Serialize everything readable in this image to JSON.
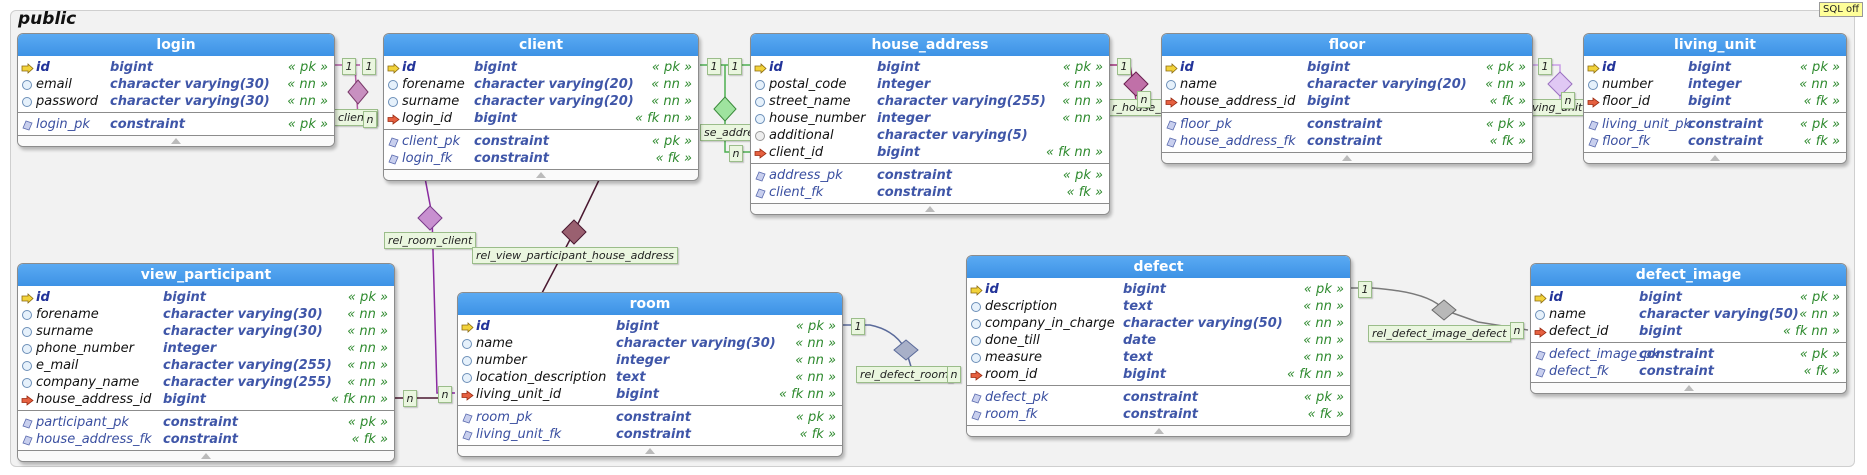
{
  "schema": {
    "title": "public",
    "badge": "SQL off"
  },
  "tables": {
    "login": {
      "title": "login",
      "columns": [
        {
          "name": "id",
          "type": "bigint",
          "flags": "« pk »"
        },
        {
          "name": "email",
          "type": "character varying(30)",
          "flags": "« nn »"
        },
        {
          "name": "password",
          "type": "character varying(30)",
          "flags": "« nn »"
        }
      ],
      "constraints": [
        {
          "name": "login_pk",
          "type": "constraint",
          "flags": "« pk »"
        }
      ]
    },
    "client": {
      "title": "client",
      "columns": [
        {
          "name": "id",
          "type": "bigint",
          "flags": "« pk »"
        },
        {
          "name": "forename",
          "type": "character varying(20)",
          "flags": "« nn »"
        },
        {
          "name": "surname",
          "type": "character varying(20)",
          "flags": "« nn »"
        },
        {
          "name": "login_id",
          "type": "bigint",
          "flags": "« fk nn »"
        }
      ],
      "constraints": [
        {
          "name": "client_pk",
          "type": "constraint",
          "flags": "« pk »"
        },
        {
          "name": "login_fk",
          "type": "constraint",
          "flags": "« fk »"
        }
      ]
    },
    "house_address": {
      "title": "house_address",
      "columns": [
        {
          "name": "id",
          "type": "bigint",
          "flags": "« pk »"
        },
        {
          "name": "postal_code",
          "type": "integer",
          "flags": "« nn »"
        },
        {
          "name": "street_name",
          "type": "character varying(255)",
          "flags": "« nn »"
        },
        {
          "name": "house_number",
          "type": "integer",
          "flags": "« nn »"
        },
        {
          "name": "additional",
          "type": "character varying(5)",
          "flags": ""
        },
        {
          "name": "client_id",
          "type": "bigint",
          "flags": "« fk nn »"
        }
      ],
      "constraints": [
        {
          "name": "address_pk",
          "type": "constraint",
          "flags": "« pk »"
        },
        {
          "name": "client_fk",
          "type": "constraint",
          "flags": "« fk »"
        }
      ]
    },
    "floor": {
      "title": "floor",
      "columns": [
        {
          "name": "id",
          "type": "bigint",
          "flags": "« pk »"
        },
        {
          "name": "name",
          "type": "character varying(20)",
          "flags": "« nn »"
        },
        {
          "name": "house_address_id",
          "type": "bigint",
          "flags": "« fk »"
        }
      ],
      "constraints": [
        {
          "name": "floor_pk",
          "type": "constraint",
          "flags": "« pk »"
        },
        {
          "name": "house_address_fk",
          "type": "constraint",
          "flags": "« fk »"
        }
      ]
    },
    "living_unit": {
      "title": "living_unit",
      "columns": [
        {
          "name": "id",
          "type": "bigint",
          "flags": "« pk »"
        },
        {
          "name": "number",
          "type": "integer",
          "flags": "« nn »"
        },
        {
          "name": "floor_id",
          "type": "bigint",
          "flags": "« fk »"
        }
      ],
      "constraints": [
        {
          "name": "living_unit_pk",
          "type": "constraint",
          "flags": "« pk »"
        },
        {
          "name": "floor_fk",
          "type": "constraint",
          "flags": "« fk »"
        }
      ]
    },
    "view_participant": {
      "title": "view_participant",
      "columns": [
        {
          "name": "id",
          "type": "bigint",
          "flags": "« pk »"
        },
        {
          "name": "forename",
          "type": "character varying(30)",
          "flags": "« nn »"
        },
        {
          "name": "surname",
          "type": "character varying(30)",
          "flags": "« nn »"
        },
        {
          "name": "phone_number",
          "type": "integer",
          "flags": "« nn »"
        },
        {
          "name": "e_mail",
          "type": "character varying(255)",
          "flags": "« nn »"
        },
        {
          "name": "company_name",
          "type": "character varying(255)",
          "flags": "« nn »"
        },
        {
          "name": "house_address_id",
          "type": "bigint",
          "flags": "« fk nn »"
        }
      ],
      "constraints": [
        {
          "name": "participant_pk",
          "type": "constraint",
          "flags": "« pk »"
        },
        {
          "name": "house_address_fk",
          "type": "constraint",
          "flags": "« fk »"
        }
      ]
    },
    "room": {
      "title": "room",
      "columns": [
        {
          "name": "id",
          "type": "bigint",
          "flags": "« pk »"
        },
        {
          "name": "name",
          "type": "character varying(30)",
          "flags": "« nn »"
        },
        {
          "name": "number",
          "type": "integer",
          "flags": "« nn »"
        },
        {
          "name": "location_description",
          "type": "text",
          "flags": "« nn »"
        },
        {
          "name": "living_unit_id",
          "type": "bigint",
          "flags": "« fk nn »"
        }
      ],
      "constraints": [
        {
          "name": "room_pk",
          "type": "constraint",
          "flags": "« pk »"
        },
        {
          "name": "living_unit_fk",
          "type": "constraint",
          "flags": "« fk »"
        }
      ]
    },
    "defect": {
      "title": "defect",
      "columns": [
        {
          "name": "id",
          "type": "bigint",
          "flags": "« pk »"
        },
        {
          "name": "description",
          "type": "text",
          "flags": "« nn »"
        },
        {
          "name": "company_in_charge",
          "type": "character varying(50)",
          "flags": "« nn »"
        },
        {
          "name": "done_till",
          "type": "date",
          "flags": "« nn »"
        },
        {
          "name": "measure",
          "type": "text",
          "flags": "« nn »"
        },
        {
          "name": "room_id",
          "type": "bigint",
          "flags": "« fk nn »"
        }
      ],
      "constraints": [
        {
          "name": "defect_pk",
          "type": "constraint",
          "flags": "« pk »"
        },
        {
          "name": "room_fk",
          "type": "constraint",
          "flags": "« fk »"
        }
      ]
    },
    "defect_image": {
      "title": "defect_image",
      "columns": [
        {
          "name": "id",
          "type": "bigint",
          "flags": "« pk »"
        },
        {
          "name": "name",
          "type": "character varying(50)",
          "flags": "« nn »"
        },
        {
          "name": "defect_id",
          "type": "bigint",
          "flags": "« fk nn »"
        }
      ],
      "constraints": [
        {
          "name": "defect_image_pk",
          "type": "constraint",
          "flags": "« pk »"
        },
        {
          "name": "defect_fk",
          "type": "constraint",
          "flags": "« fk »"
        }
      ]
    }
  },
  "relationships": {
    "rel_login_client": {
      "label": "client_",
      "card_src": "1",
      "card_dst": "n",
      "color": "#b05aa0"
    },
    "rel_client_address": {
      "label": "se_address",
      "card_src": "1",
      "card_dst": "n",
      "color": "#4caf50"
    },
    "rel_address_floor": {
      "label": "r_house_",
      "card_src": "1",
      "card_dst": "n",
      "color": "#a0307a"
    },
    "rel_floor_living": {
      "label": "ving_unit",
      "card_src": "1",
      "card_dst": "n",
      "color": "#c99ee8"
    },
    "rel_room_client": {
      "label": "rel_room_client",
      "color": "#8a2aa0"
    },
    "rel_view_participant_house_address": {
      "label": "rel_view_participant_house_address",
      "color": "#4a1830"
    },
    "rel_defect_room": {
      "label": "rel_defect_room",
      "card_src": "1",
      "card_dst": "n",
      "color": "#5a6a9a"
    },
    "rel_defect_image_defect": {
      "label": "rel_defect_image_defect",
      "card_src": "1",
      "card_dst": "n",
      "color": "#8a8a8a"
    },
    "rel_room_view_card": {
      "card_dst": "n"
    },
    "rel_room_client_card": {
      "card_dst": "n"
    }
  },
  "icons": {
    "pk": "key-icon",
    "column": "circle-icon",
    "fk": "arrow-icon",
    "constraint": "diamond-icon"
  }
}
